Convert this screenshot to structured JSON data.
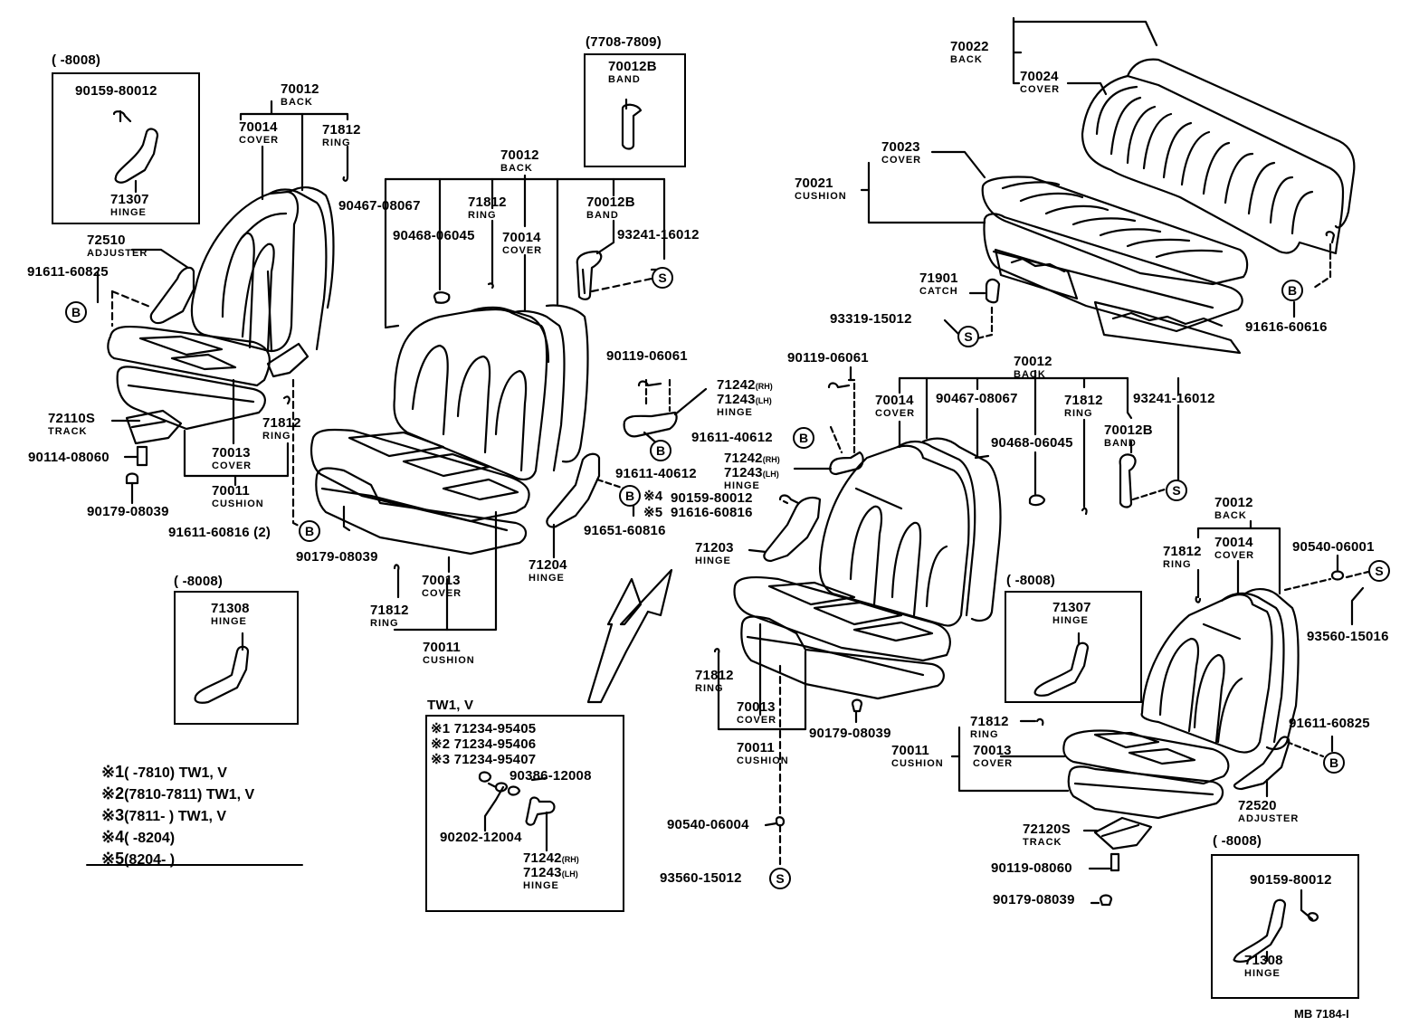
{
  "diagram": {
    "catalog_code": "MB 7184-I",
    "part_names": {
      "back": "BACK",
      "cover": "COVER",
      "ring": "RING",
      "hinge": "HINGE",
      "band": "BAND",
      "cushion": "CUSHION",
      "track": "TRACK",
      "adjuster": "ADJUSTER",
      "catch": "CATCH"
    },
    "callout_markers": {
      "b": "B",
      "s": "S"
    },
    "side_markers": {
      "rh": "(RH)",
      "lh": "(LH)"
    },
    "inset_boxes": [
      {
        "id": "inset-tl",
        "date_range": "(      -8008)",
        "parts": [
          {
            "number": "90159-80012"
          },
          {
            "number": "71307",
            "name": "HINGE"
          }
        ]
      },
      {
        "id": "inset-band",
        "date_range": "(7708-7809)",
        "parts": [
          {
            "number": "70012B",
            "name": "BAND"
          }
        ]
      },
      {
        "id": "inset-bl",
        "date_range": "(      -8008)",
        "parts": [
          {
            "number": "71308",
            "name": "HINGE"
          }
        ]
      },
      {
        "id": "inset-mr",
        "date_range": "(      -8008)",
        "parts": [
          {
            "number": "71307",
            "name": "HINGE"
          }
        ]
      },
      {
        "id": "inset-br",
        "date_range": "(      -8008)",
        "parts": [
          {
            "number": "90159-80012"
          },
          {
            "number": "71308",
            "name": "HINGE"
          }
        ]
      },
      {
        "id": "inset-tw1",
        "title": "TW1, V",
        "parts": [
          {
            "mark": "※1",
            "number": "71234-95405"
          },
          {
            "mark": "※2",
            "number": "71234-95406"
          },
          {
            "mark": "※3",
            "number": "71234-95407"
          },
          {
            "number": "90386-12008"
          },
          {
            "number": "90202-12004"
          },
          {
            "number": "71242",
            "side": "(RH)"
          },
          {
            "number": "71243",
            "side": "(LH)",
            "name": "HINGE"
          }
        ]
      }
    ],
    "legend": [
      {
        "mark": "※1",
        "range": "(        -7810)",
        "models": "TW1, V"
      },
      {
        "mark": "※2",
        "range": "(7810-7811)",
        "models": "TW1, V"
      },
      {
        "mark": "※3",
        "range": "(7811-        )",
        "models": "TW1, V"
      },
      {
        "mark": "※4",
        "range": "(        -8204)",
        "models": ""
      },
      {
        "mark": "※5",
        "range": "(8204-        )",
        "models": ""
      }
    ],
    "labels": {
      "l_back": "70012",
      "l_cover": "70014",
      "l_ring": "71812",
      "l_adjuster": "72510",
      "l_bolt": "91611-60825",
      "l_track": "72110S",
      "l_track_bolt": "90114-08060",
      "l_nut": "90179-08039",
      "l_cushcover": "70013",
      "l_cushion": "70011",
      "l_ring2": "71812",
      "l_bolt2": "91611-60816 (2)",
      "c_back": "70012",
      "c_9046708": "90467-08067",
      "c_ring": "71812",
      "c_band": "70012B",
      "c_9046806": "90468-06045",
      "c_cover": "70014",
      "c_93241": "93241-16012",
      "c_nut": "90179-08039",
      "c_ring2": "71812",
      "c_cushcover": "70013",
      "c_cushion": "70011",
      "c_hinge71204": "71204",
      "c_91651": "91651-60816",
      "c_m4": "※4",
      "c_m5": "※5",
      "c_90159": "90159-80012",
      "c_91616": "91616-60816",
      "c_90119": "90119-06061",
      "c_71242": "71242",
      "c_71243": "71243",
      "c_91611": "91611-40612",
      "r_90119": "90119-06061",
      "r_91611": "91611-40612",
      "r_71242": "71242",
      "r_71243": "71243",
      "r_71203": "71203",
      "r_back": "70012",
      "r_cover": "70014",
      "r_9046708": "90467-08067",
      "r_9046806": "90468-06045",
      "r_ring": "71812",
      "r_93241": "93241-16012",
      "r_band": "70012B",
      "r_ring2": "71812",
      "r_cushcover": "70013",
      "r_nut": "90179-08039",
      "r_cushion": "70011",
      "r_90540": "90540-06004",
      "r_93560": "93560-15012",
      "b_back": "70022",
      "b_cover": "70024",
      "b_cushcover": "70023",
      "b_cushion": "70021",
      "b_catch": "71901",
      "b_93319": "93319-15012",
      "b_91616": "91616-60616",
      "s_back": "70012",
      "s_cover": "70014",
      "s_ring": "71812",
      "s_90540": "90540-06001",
      "s_93560": "93560-15016",
      "s_ring2": "71812",
      "s_cushion": "70011",
      "s_cushcover": "70013",
      "s_bolt": "91611-60825",
      "s_adjuster": "72520",
      "s_track": "72120S",
      "s_90119": "90119-08060",
      "s_nut": "90179-08039"
    }
  }
}
